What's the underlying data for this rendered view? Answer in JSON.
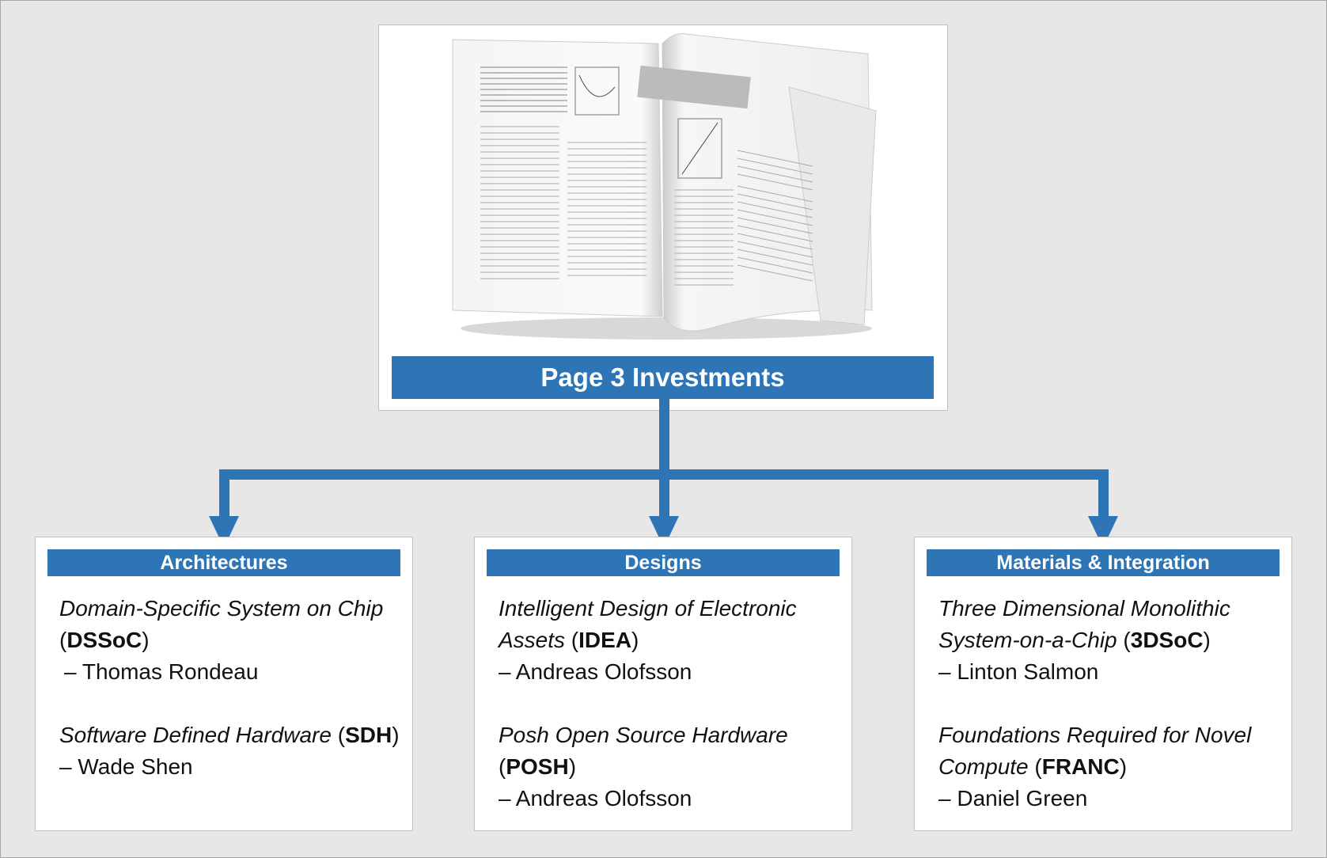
{
  "title": "Page 3 Investments",
  "accent_color": "#2e75b6",
  "book_image": "open-book-image",
  "categories": [
    {
      "header": "Architectures",
      "programs": [
        {
          "name": "Domain-Specific System on Chip",
          "abbr": "DSSoC",
          "manager": "– Thomas Rondeau"
        },
        {
          "name": "Software Defined Hardware",
          "abbr": "SDH",
          "manager": "– Wade Shen"
        }
      ]
    },
    {
      "header": "Designs",
      "programs": [
        {
          "name": "Intelligent Design of Electronic Assets",
          "abbr": "IDEA",
          "manager": "– Andreas Olofsson"
        },
        {
          "name": "Posh Open Source Hardware",
          "abbr": "POSH",
          "manager": "– Andreas Olofsson"
        }
      ]
    },
    {
      "header": "Materials & Integration",
      "programs": [
        {
          "name": "Three Dimensional Monolithic System-on-a-Chip",
          "abbr": "3DSoC",
          "manager": "– Linton Salmon"
        },
        {
          "name": "Foundations Required for Novel Compute",
          "abbr": "FRANC",
          "manager": "– Daniel Green"
        }
      ]
    }
  ]
}
